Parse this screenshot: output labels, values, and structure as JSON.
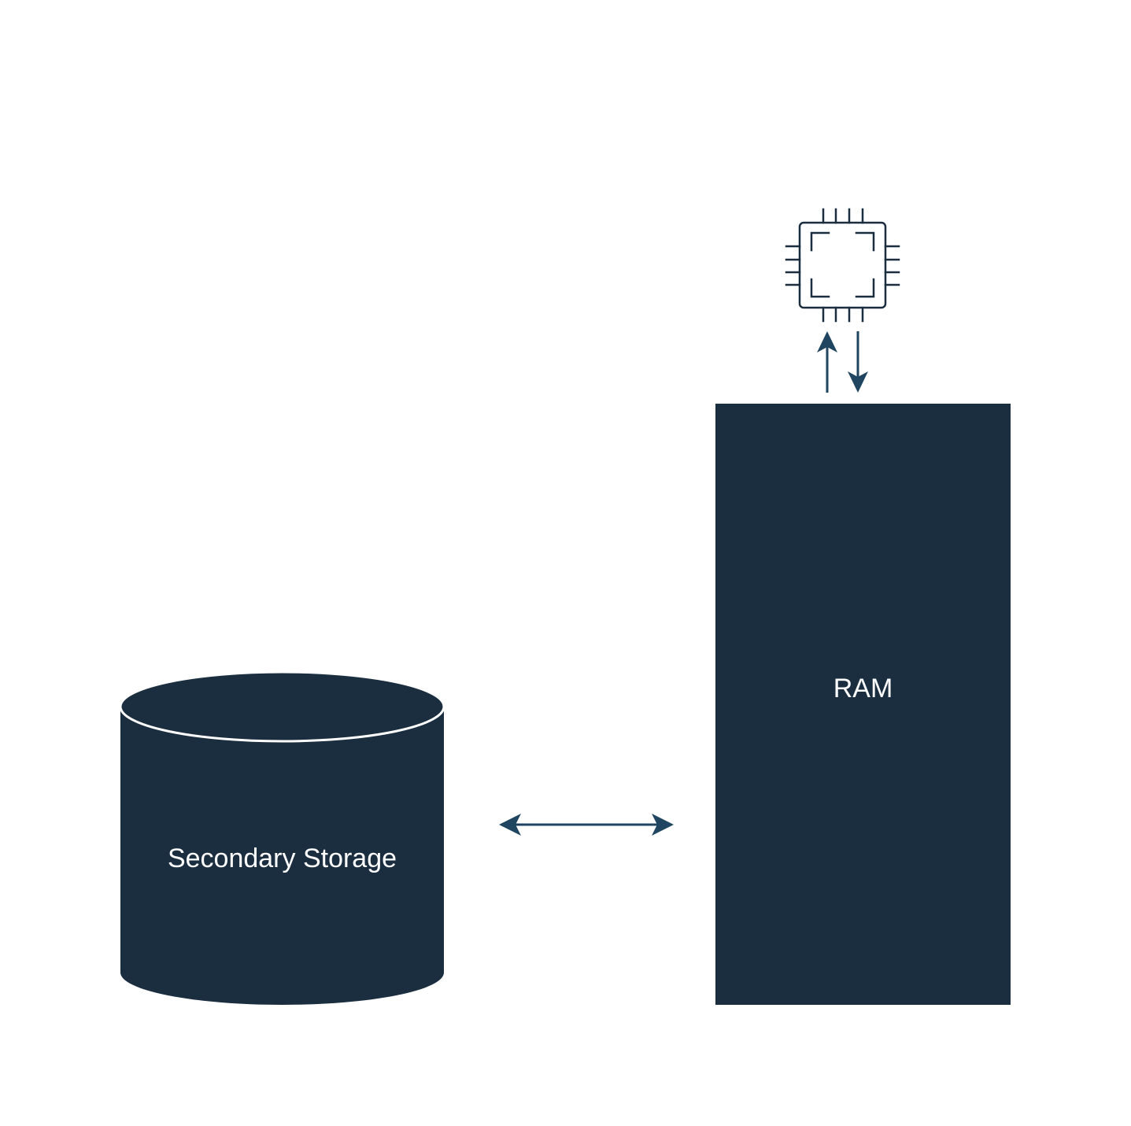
{
  "diagram": {
    "nodes": {
      "secondary_storage": {
        "label": "Secondary Storage",
        "shape": "cylinder",
        "icon": "database-icon"
      },
      "ram": {
        "label": "RAM",
        "shape": "rectangle"
      },
      "cpu": {
        "icon": "cpu-chip-icon"
      }
    },
    "edges": [
      {
        "from": "secondary_storage",
        "to": "ram",
        "type": "bidirectional"
      },
      {
        "from": "ram",
        "to": "cpu",
        "type": "directed"
      },
      {
        "from": "cpu",
        "to": "ram",
        "type": "directed"
      }
    ],
    "colors": {
      "fill": "#1b2e40",
      "stroke": "#1f4560",
      "text": "#ffffff",
      "background": "#ffffff"
    }
  }
}
